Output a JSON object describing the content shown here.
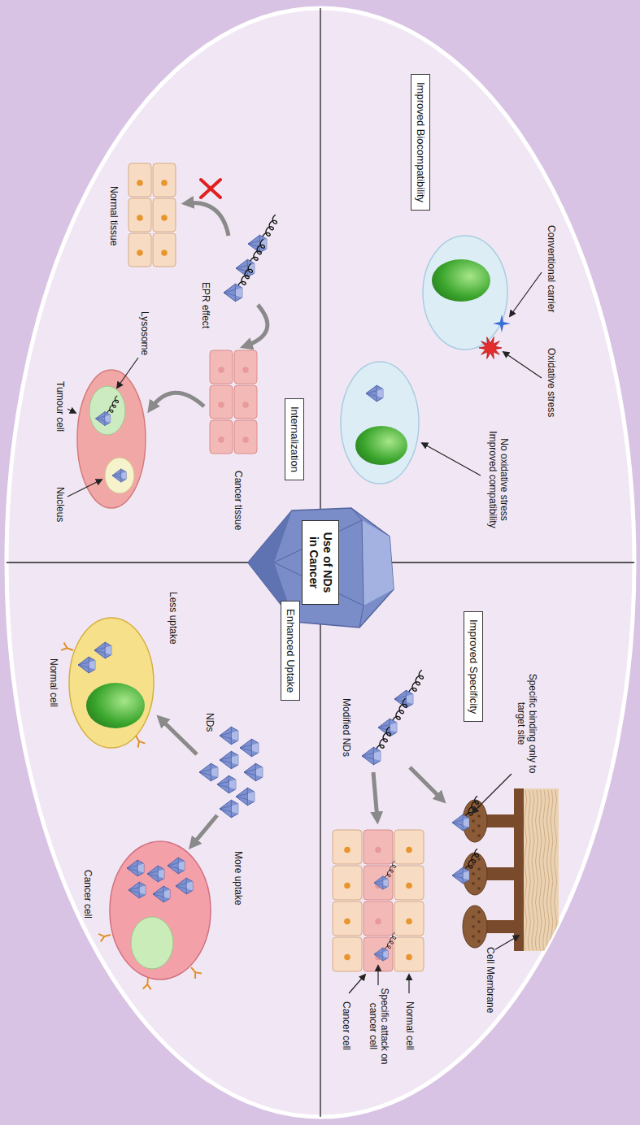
{
  "diagram": {
    "nodes": [
      {
        "text": [
          "Improved Biocompatibility"
        ]
      },
      {
        "text": [
          "Internalization"
        ]
      },
      {
        "text": [
          "Use of NDs in Cancer"
        ]
      },
      {
        "text": [
          "Enhanced Uptake"
        ]
      },
      {
        "text": [
          "Improved Specificity"
        ]
      }
    ],
    "labels": [
      "Conventional carrier",
      "Oxidative stress",
      "No oxidative stress Improved compatibility",
      "Specific binding only to target site",
      "Cell Membrane",
      "Modified NDs",
      "Normal cell",
      "Specific attack on cancer cell",
      "Cancer cell",
      "EPR effect",
      "Cancer tissue",
      "Normal tissue",
      "Lysosome",
      "Nucleus",
      "Tumour cell",
      "NDs",
      "Less uptake",
      "Normal cell",
      "More uptake",
      "Cancer cell"
    ]
  }
}
